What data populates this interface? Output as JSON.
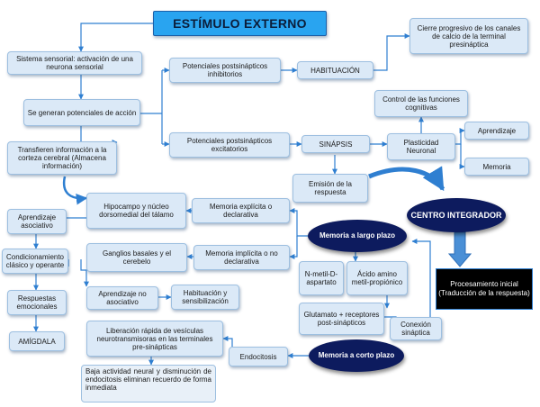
{
  "title": "ESTÍMULO EXTERNO",
  "nodes": {
    "sistema_sensorial": "Sistema sensorial: activación de una neurona sensorial",
    "se_generan": "Se generan potenciales de acción",
    "transfieren": "Transfieren información a la corteza cerebral (Almacena información)",
    "potenciales_inhibitorios": "Potenciales postsinápticos inhibitorios",
    "habituacion": "HABITUACIÓN",
    "cierre_progresivo": "Cierre progresivo de los canales de calcio de la terminal presináptica",
    "potenciales_excitatorios": "Potenciales postsinápticos excitatorios",
    "sinapsis": "SINÁPSIS",
    "plasticidad_neuronal": "Plasticidad Neuronal",
    "control_funciones": "Control de las funciones cognitivas",
    "aprendizaje": "Aprendizaje",
    "memoria": "Memoria",
    "emision_respuesta": "Emisión de la respuesta",
    "centro_integrador": "CENTRO INTEGRADOR",
    "procesamiento_inicial": "Procesamiento inicial (Traducción de la respuesta)",
    "memoria_largo_plazo": "Memoria a largo plazo",
    "memoria_explicita": "Memoria explícita o declarativa",
    "memoria_implicita": "Memoria implícita o no declarativa",
    "hipocampo": "Hipocampo y núcleo dorsomedial del tálamo",
    "ganglios_basales": "Ganglios basales y el cerebelo",
    "nmda": "N-metil-D-aspartato",
    "acido_amino": "Ácido amino metil-propiónico",
    "glutamato": "Glutamato + receptores post-sinápticos",
    "conexion_sinaptica": "Conexión sináptica",
    "memoria_corto_plazo": "Memoria a corto plazo",
    "endocitosis": "Endocitosis",
    "liberacion_rapida": "Liberación rápida de vesículas neurotransmisoras en las terminales pre-sinápticas",
    "baja_actividad": "Baja actividad neural y disminución de endocitosis eliminan recuerdo de forma inmediata",
    "aprendizaje_asociativo": "Aprendizaje asociativo",
    "condicionamiento": "Condicionamiento clásico y operante",
    "respuestas_emocionales": "Respuestas emocionales",
    "amigdala": "AMÍGDALA",
    "aprendizaje_no_asociativo": "Aprendizaje no asociativo",
    "habituacion_sensibilizacion": "Habituación y sensibilización"
  },
  "colors": {
    "box_fill": "#dbe9f7",
    "connector": "#2f7fd1",
    "title_fill": "#29a4f0",
    "ellipse_fill": "#0d1b5e",
    "dark_box_fill": "#000000"
  }
}
